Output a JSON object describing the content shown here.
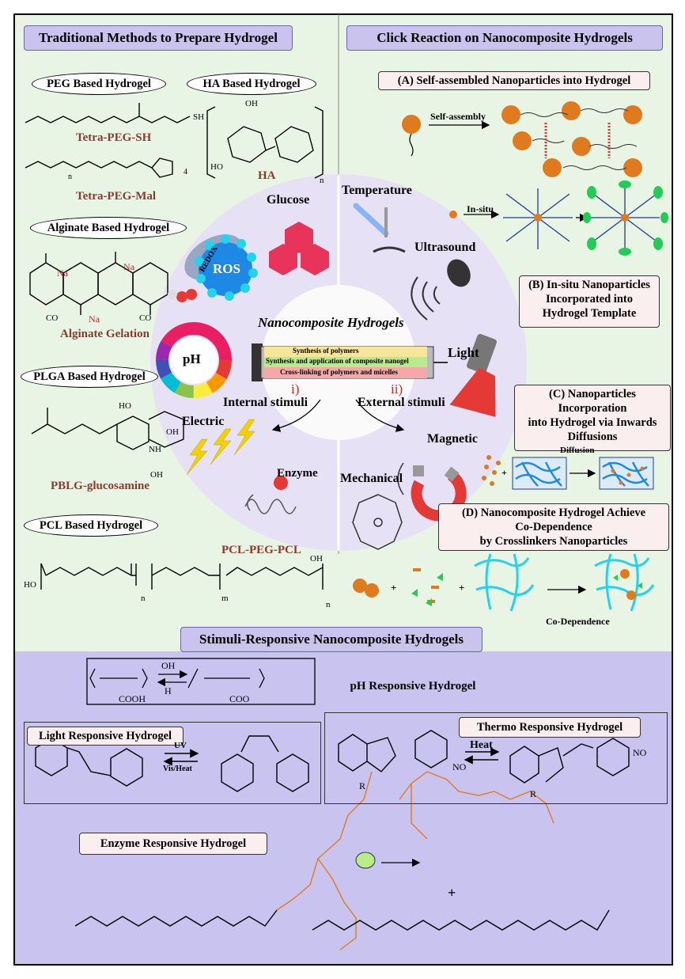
{
  "headers": {
    "traditional": "Traditional Methods to Prepare Hydrogel",
    "click": "Click Reaction on Nanocomposite Hydrogels",
    "stimuli": "Stimuli-Responsive Nanocomposite Hydrogels"
  },
  "traditional": {
    "peg_oval": "PEG Based Hydrogel",
    "ha_oval": "HA Based Hydrogel",
    "tetra_peg_sh": "Tetra-PEG-SH",
    "tetra_peg_mal": "Tetra-PEG-Mal",
    "ha_label": "HA",
    "alginate_oval": "Alginate Based Hydrogel",
    "alginate_gelation": "Alginate Gelation",
    "plga_oval": "PLGA Based Hydrogel",
    "pblg": "PBLG-glucosamine",
    "pcl_oval": "PCL Based Hydrogel",
    "pcl_peg_pcl": "PCL-PEG-PCL",
    "sh": "SH",
    "sub4": "4",
    "n": "n",
    "m": "m",
    "ho": "HO",
    "oh": "OH",
    "na": "Na",
    "co2": "CO",
    "nh2": "NH"
  },
  "click": {
    "a_box": "(A) Self-assembled Nanoparticles into Hydrogel",
    "self_assembly": "Self-assembly",
    "in_situ": "In-situ",
    "b_box": [
      "(B) In-situ Nanoparticles",
      "Incorporated into",
      "Hydrogel Template"
    ],
    "c_box": [
      "(C) Nanoparticles",
      "Incorporation",
      "into Hydrogel via Inwards",
      "Diffusions"
    ],
    "diffusion": "Diffusion",
    "d_box": [
      "(D) Nanocomposite Hydrogel Achieve",
      "Co-Dependence",
      "by Crosslinkers Nanoparticles"
    ],
    "co_dependence": "Co-Dependence",
    "plus": "+"
  },
  "circle": {
    "title": "Nanocomposite Hydrogels",
    "syringe_lines": [
      "Synthesis of polymers",
      "Synthesis and application of composite nanogel",
      "Cross-linking of polymers and micelles"
    ],
    "internal": "Internal stimuli",
    "external": "External stimuli",
    "roman_i": "i)",
    "roman_ii": "ii)",
    "glucose": "Glucose",
    "ros": "ROS",
    "redox": "REDOX",
    "ph": "pH",
    "electric": "Electric",
    "enzyme": "Enzyme",
    "temperature": "Temperature",
    "ultrasound": "Ultrasound",
    "light": "Light",
    "magnetic": "Magnetic",
    "mechanical": "Mechanical"
  },
  "bottom": {
    "ph_box": "pH Responsive Hydrogel",
    "light_box": "Light Responsive Hydrogel",
    "thermo_box": "Thermo Responsive Hydrogel",
    "enzyme_box": "Enzyme Responsive Hydrogel",
    "uv": "UV",
    "vis_heat": "Vis/Heat",
    "heat": "Heat",
    "oh_minus": "OH",
    "h_plus": "H",
    "cooh": "COOH",
    "coo": "COO",
    "no2": "NO",
    "r": "R",
    "plus": "+"
  },
  "colors": {
    "top_bg": "#e8f5e4",
    "bottom_bg": "#c9c4ef",
    "header_bg": "#c9c3ee",
    "circle_bg": "#e7e1f6",
    "brown": "#8b3a2a",
    "orange": "#e07a1f",
    "cyan": "#22d3ee",
    "green_np": "#22cc55",
    "red": "#e53935",
    "navy": "#1f3a93"
  }
}
